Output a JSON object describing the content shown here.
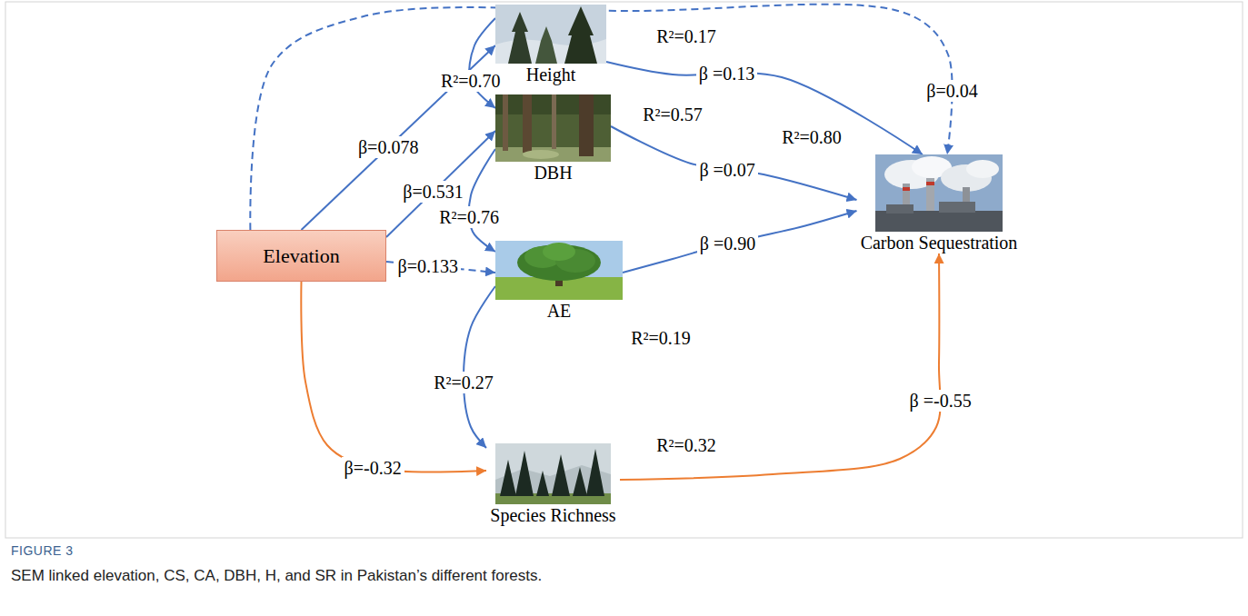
{
  "diagram": {
    "caption": "SEM linked elevation, CS, CA, DBH, H, and SR in Pakistan’s different forests.",
    "nodes": [
      {
        "text": [
          "Elevation"
        ]
      },
      {
        "text": [
          "Height"
        ]
      },
      {
        "text": [
          "DBH"
        ]
      },
      {
        "text": [
          "AE"
        ]
      },
      {
        "text": [
          "Species Richness"
        ]
      },
      {
        "text": [
          "Carbon Sequestration"
        ]
      }
    ],
    "edges": [
      {
        "from": 0,
        "to": 1,
        "arrow": "to",
        "label": "β=0.078"
      },
      {
        "from": 0,
        "to": 2,
        "arrow": "to",
        "label": "β=0.531"
      },
      {
        "from": 0,
        "to": 3,
        "arrow": "to",
        "label": "β=0.133"
      },
      {
        "from": 0,
        "to": 4,
        "arrow": "to",
        "label": "β=-0.32"
      },
      {
        "from": 0,
        "to": 5,
        "arrow": "to",
        "label": "β=0.04"
      },
      {
        "from": 1,
        "to": 5,
        "arrow": "to",
        "label": "β =0.13"
      },
      {
        "from": 2,
        "to": 5,
        "arrow": "to",
        "label": "β =0.07"
      },
      {
        "from": 3,
        "to": 5,
        "arrow": "to",
        "label": "β =0.90"
      },
      {
        "from": 4,
        "to": 5,
        "arrow": "to",
        "label": "β =-0.55"
      },
      {
        "from": 1,
        "to": 2,
        "arrow": "to",
        "label": "R²=0.70"
      },
      {
        "from": 2,
        "to": 3,
        "arrow": "to",
        "label": "R²=0.76"
      },
      {
        "from": 3,
        "to": 4,
        "arrow": "to",
        "label": "R²=0.27"
      }
    ],
    "labels": [
      "R²=0.17",
      "R²=0.57",
      "R²=0.80",
      "R²=0.19",
      "R²=0.32",
      "FIGURE 3"
    ]
  }
}
